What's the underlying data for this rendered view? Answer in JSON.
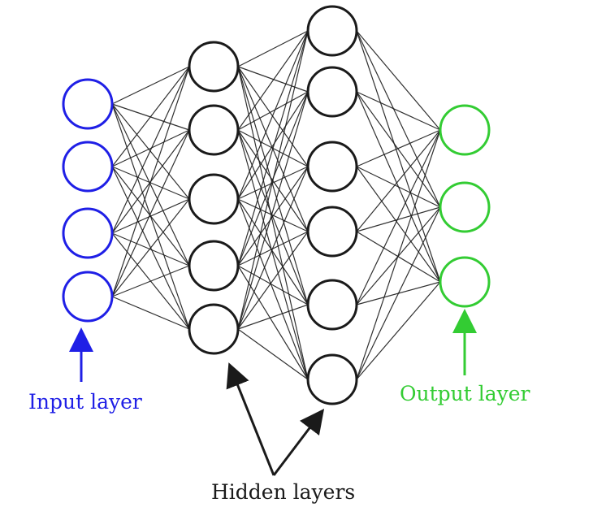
{
  "labels": {
    "input": "Input layer",
    "output": "Output layer",
    "hidden": "Hidden layers"
  },
  "colors": {
    "input": "#1f1fe6",
    "output": "#33cc33",
    "hidden": "#1a1a1a",
    "edge": "#1a1a1a"
  },
  "layers": [
    {
      "name": "input",
      "nodes": 4
    },
    {
      "name": "hidden-1",
      "nodes": 5
    },
    {
      "name": "hidden-2",
      "nodes": 6
    },
    {
      "name": "output",
      "nodes": 3
    }
  ]
}
